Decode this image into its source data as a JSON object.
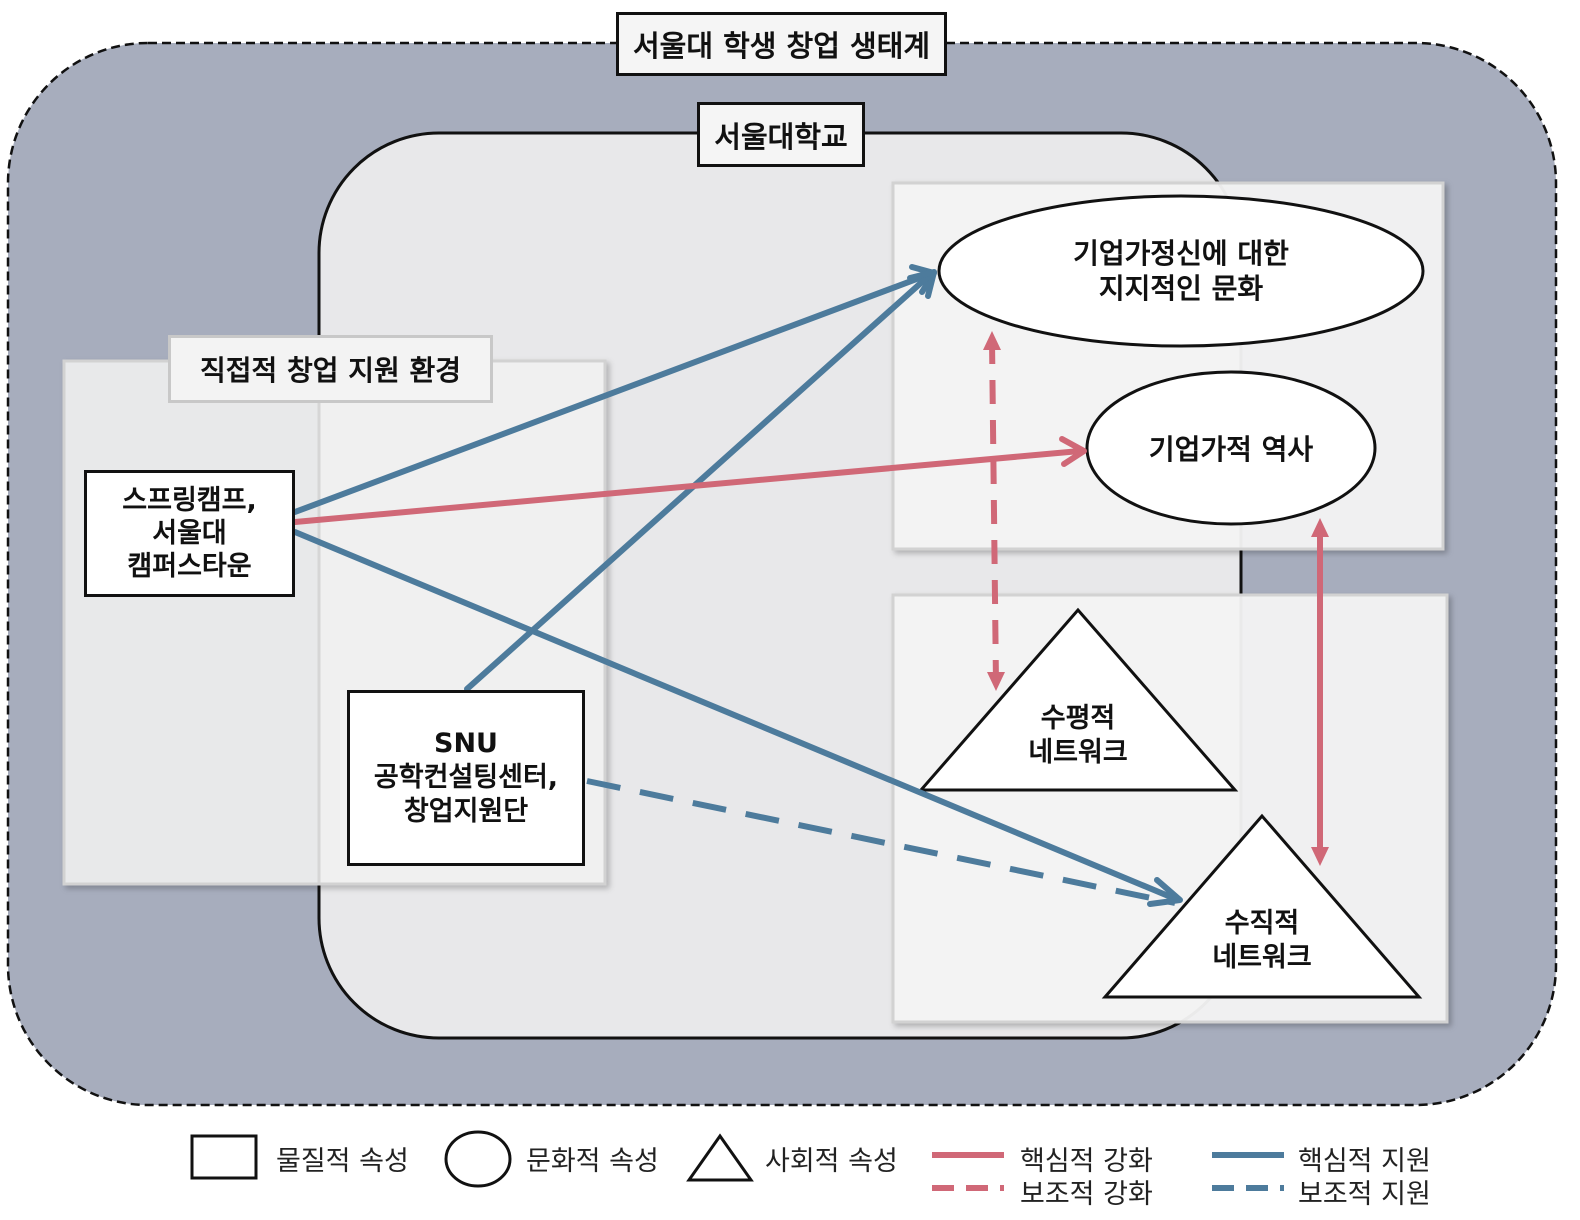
{
  "titles": {
    "ecosystem": "서울대 학생 창업 생태계",
    "university": "서울대학교",
    "direct_support": "직접적 창업 지원 환경"
  },
  "nodes": {
    "springcamp": "스프링캠프,\n서울대\n캠퍼스타운",
    "snu_center": "SNU\n공학컨설팅센터,\n창업지원단",
    "culture": "기업가정신에 대한\n지지적인 문화",
    "history": "기업가적 역사",
    "horizontal": "수평적\n네트워크",
    "vertical": "수직적\n네트워크"
  },
  "legend": {
    "material": "물질적 속성",
    "cultural": "문화적 속성",
    "social": "사회적 속성",
    "core_reinforce": "핵심적 강화",
    "aux_reinforce": "보조적 강화",
    "core_support": "핵심적 지원",
    "aux_support": "보조적 지원"
  },
  "colors": {
    "ecosystem_fill": "#a7adbd",
    "university_fill": "#e8e8ea",
    "panel_fill": "#f4f4f4",
    "reinforce": "#d06877",
    "support": "#4d7b9c"
  },
  "edges": [
    {
      "from": "springcamp",
      "to": "culture",
      "kind": "core_support"
    },
    {
      "from": "snu_center",
      "to": "culture",
      "kind": "core_support"
    },
    {
      "from": "springcamp",
      "to": "vertical",
      "kind": "core_support"
    },
    {
      "from": "snu_center",
      "to": "vertical",
      "kind": "aux_support"
    },
    {
      "from": "springcamp",
      "to": "history",
      "kind": "core_reinforce"
    },
    {
      "from": "culture",
      "to": "horizontal",
      "kind": "aux_reinforce",
      "bidirectional": true
    },
    {
      "from": "history",
      "to": "vertical",
      "kind": "core_reinforce",
      "bidirectional": true
    }
  ]
}
